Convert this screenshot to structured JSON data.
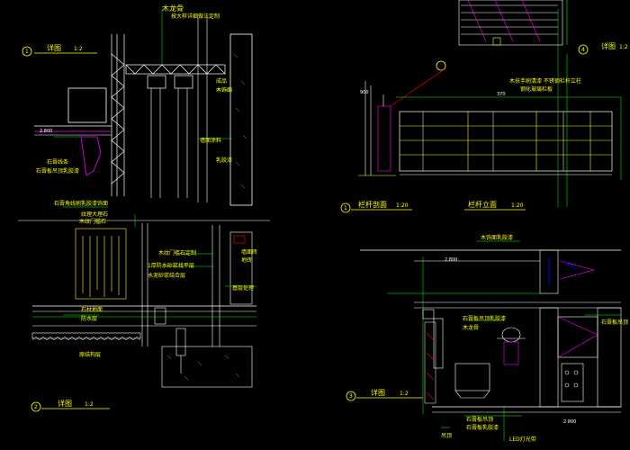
{
  "colors": {
    "background": "#000000",
    "annotation": "#ffff00",
    "structure": "#ffffff",
    "guide": "#00ff00",
    "dimension": "#00ffff",
    "marker": "#ff0000",
    "hatch": "#ff00ff",
    "fixture": "#0000ff"
  },
  "detail1": {
    "number": "1",
    "title": "详图",
    "scale": "1:2",
    "labels": {
      "top_material": "木龙骨",
      "top_note": "按大样详细做法定制",
      "right_top": "成品",
      "right_mid": "木饰面",
      "right_low_a": "墙面涂料",
      "right_low_b": "乳胶漆",
      "left_a": "石膏线条",
      "left_b": "石膏板吊顶乳胶漆",
      "bottom": "石膏角线刷乳胶漆饰面",
      "elevation": "2.800"
    }
  },
  "detail2": {
    "number": "2",
    "title": "详图",
    "scale": "1:2",
    "labels": {
      "top_a": "纹理大理石",
      "top_b": "木纹门槛石",
      "mid_a": "木纹门槛石定制",
      "mid_b": "1厚防水砂浆找平层",
      "mid_c": "水泥砂浆结合层",
      "right_a": "墙面砖",
      "right_b": "地砖",
      "right_c": "基层处理",
      "low_a": "石材地面",
      "low_b": "防水层",
      "bottom": "原结构层"
    }
  },
  "detail3": {
    "number": "3",
    "title": "详图",
    "scale": "1:2",
    "labels": {
      "top": "木饰面乳胶漆",
      "mid_a": "石膏板吊顶乳胶漆",
      "mid_b": "木龙骨",
      "right_a": "石膏板吊顶",
      "bottom_a": "石膏板吊顶",
      "bottom_b": "石膏板乳胶漆",
      "foot": "吊顶",
      "lamp": "LED灯光带",
      "elev_left": "2.800",
      "elev_bottom": "2.800"
    }
  },
  "detail4": {
    "number": "4",
    "title": "详图",
    "scale": "1:2"
  },
  "railing": {
    "section_number": "1",
    "section_title": "栏杆剖面",
    "section_scale": "1:20",
    "elevation_title": "栏杆立面",
    "elevation_scale": "1:20",
    "note_a": "木扶手刷清漆 不锈钢栏杆立柱",
    "note_b": "钢化玻璃栏板",
    "dim_top": "370",
    "dim_side": "900"
  }
}
